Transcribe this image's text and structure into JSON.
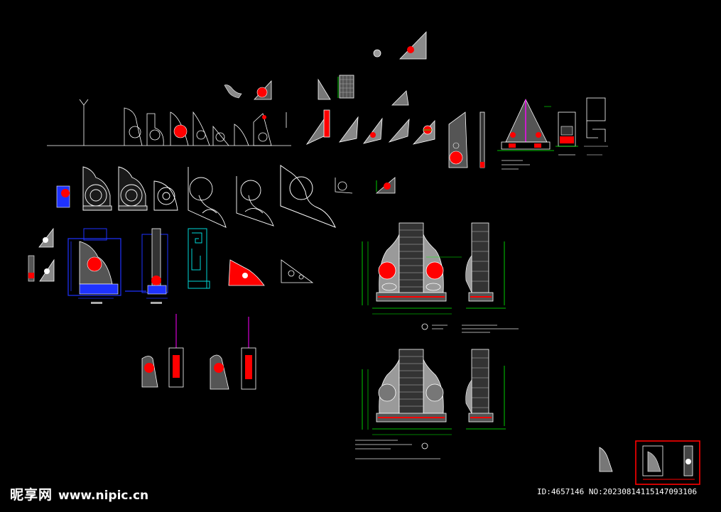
{
  "watermark": {
    "brand": "昵享网",
    "url": "www.nipic.cn"
  },
  "image_id": "ID:4657146 NO:20230814115147093106",
  "colors": {
    "background": "#000000",
    "line_white": "#ffffff",
    "red": "#ff0000",
    "blue": "#1e32ff",
    "cyan": "#00d8d8",
    "green": "#00ff00",
    "magenta": "#ff00ff",
    "gray": "#9a9a9a",
    "purple": "#7050c0"
  }
}
